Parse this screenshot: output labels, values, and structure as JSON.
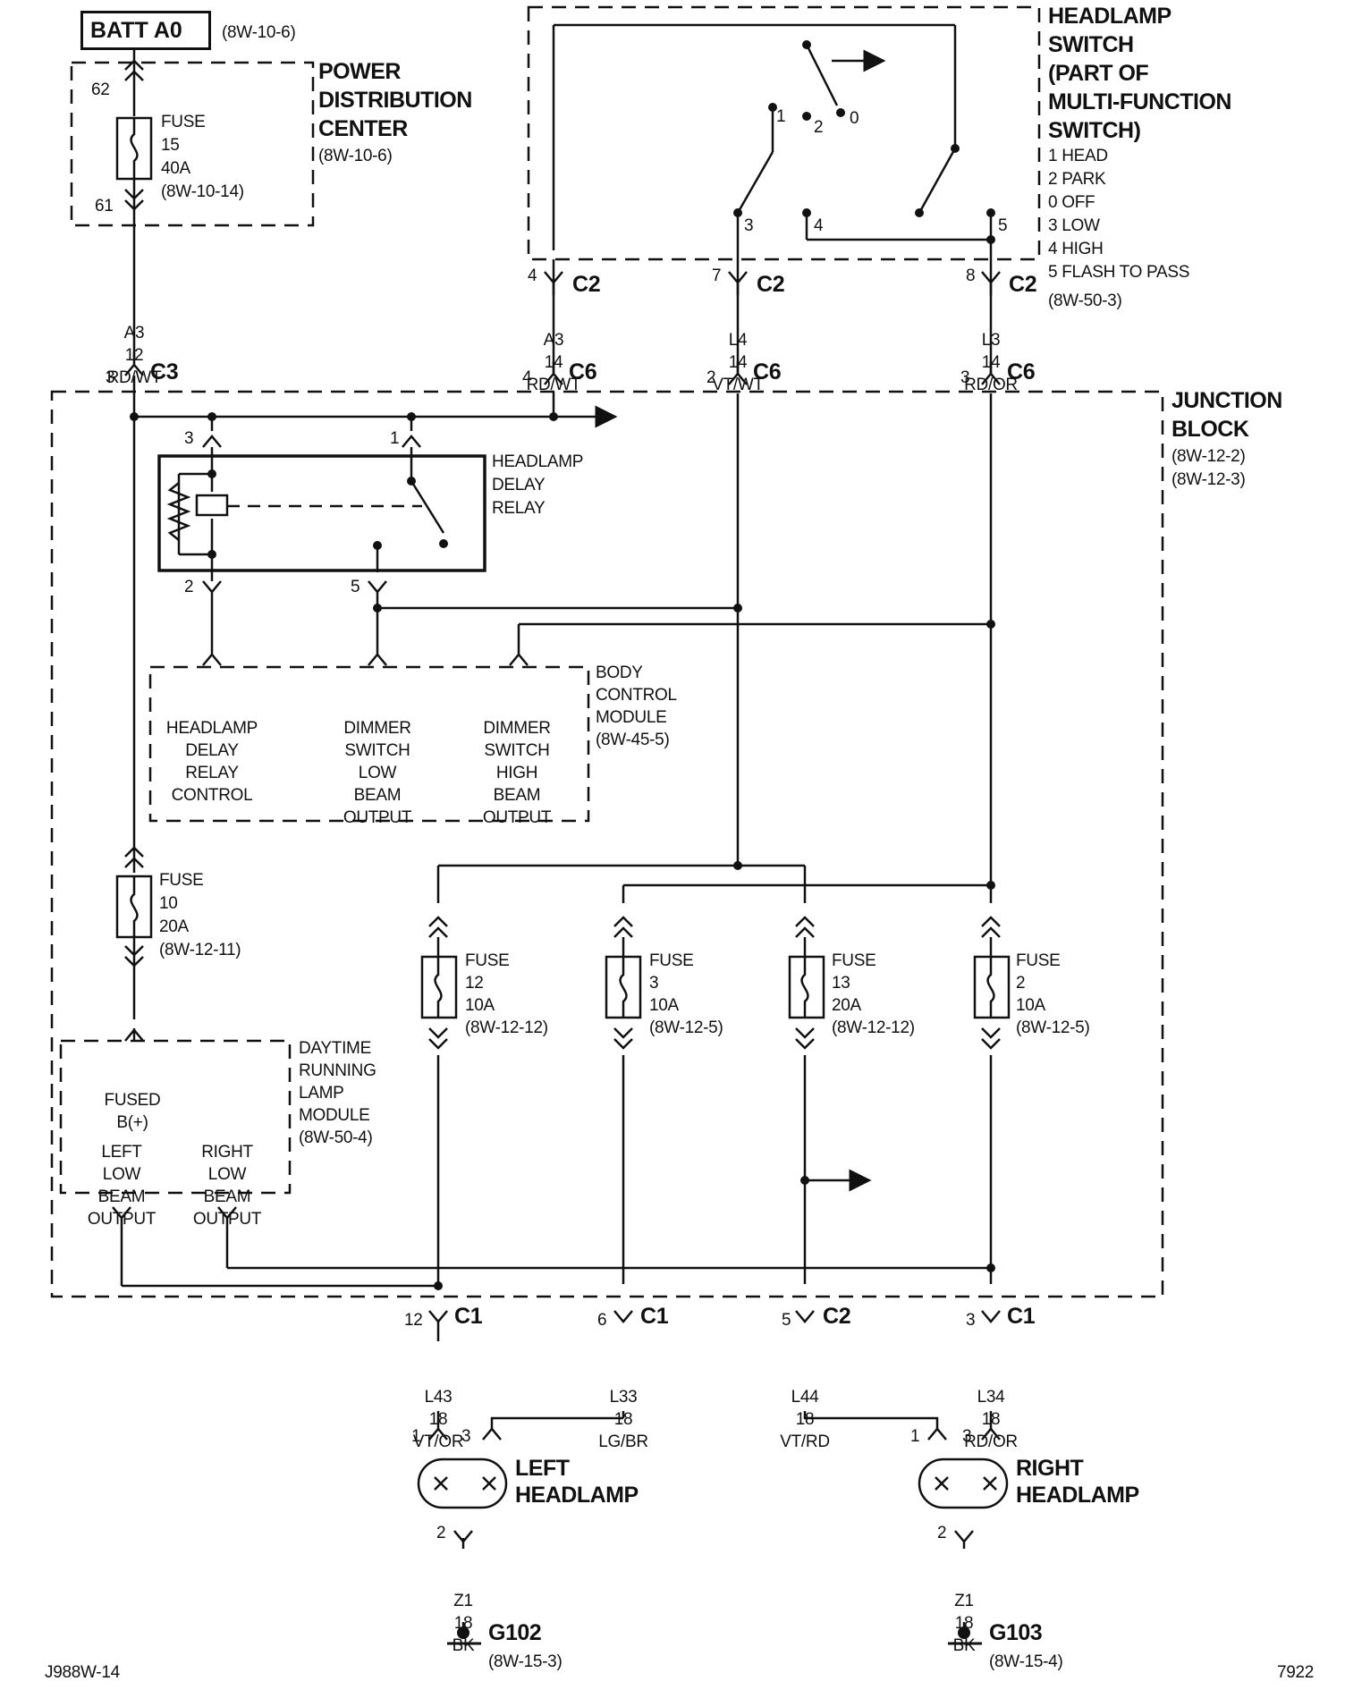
{
  "batt": {
    "label": "BATT A0",
    "ref": "(8W-10-6)"
  },
  "pdc": {
    "title1": "POWER",
    "title2": "DISTRIBUTION",
    "title3": "CENTER",
    "ref": "(8W-10-6)",
    "pin_top": "62",
    "pin_bot": "61",
    "fuse": {
      "label": "FUSE",
      "num": "15",
      "amp": "40A",
      "ref": "(8W-10-14)"
    }
  },
  "switch": {
    "title": [
      "HEADLAMP",
      "SWITCH",
      "(PART OF",
      "MULTI-FUNCTION",
      "SWITCH)"
    ],
    "positions": [
      "1 HEAD",
      "2 PARK",
      "0 OFF",
      "3 LOW",
      "4 HIGH",
      "5 FLASH TO PASS"
    ],
    "ref": "(8W-50-3)",
    "contacts": [
      "1",
      "2",
      "0",
      "3",
      "4",
      "5"
    ]
  },
  "wires_top": [
    {
      "pin": "3",
      "conn": "C3",
      "circuit": "A3",
      "gauge": "12",
      "color": "RD/WT"
    },
    {
      "pin": "4",
      "conn": "C2",
      "circuit": "A3",
      "gauge": "14",
      "color": "RD/WT",
      "pin2": "4",
      "conn2": "C6"
    },
    {
      "pin": "7",
      "conn": "C2",
      "circuit": "L4",
      "gauge": "14",
      "color": "VT/WT",
      "pin2": "2",
      "conn2": "C6"
    },
    {
      "pin": "8",
      "conn": "C2",
      "circuit": "L3",
      "gauge": "14",
      "color": "RD/OR",
      "pin2": "3",
      "conn2": "C6"
    }
  ],
  "junction": {
    "title1": "JUNCTION",
    "title2": "BLOCK",
    "ref1": "(8W-12-2)",
    "ref2": "(8W-12-3)"
  },
  "relay": {
    "title": [
      "HEADLAMP",
      "DELAY",
      "RELAY"
    ],
    "pins": [
      "3",
      "1",
      "2",
      "5"
    ]
  },
  "bcm": {
    "title": [
      "BODY",
      "CONTROL",
      "MODULE",
      "(8W-45-5)"
    ],
    "inputs": [
      [
        "HEADLAMP",
        "DELAY",
        "RELAY",
        "CONTROL"
      ],
      [
        "DIMMER",
        "SWITCH",
        "LOW",
        "BEAM",
        "OUTPUT"
      ],
      [
        "DIMMER",
        "SWITCH",
        "HIGH",
        "BEAM",
        "OUTPUT"
      ]
    ]
  },
  "fuse10": {
    "label": "FUSE",
    "num": "10",
    "amp": "20A",
    "ref": "(8W-12-11)"
  },
  "drl": {
    "title": [
      "DAYTIME",
      "RUNNING",
      "LAMP",
      "MODULE",
      "(8W-50-4)"
    ],
    "top": [
      "FUSED",
      "B(+)"
    ],
    "left": [
      "LEFT",
      "LOW",
      "BEAM",
      "OUTPUT"
    ],
    "right": [
      "RIGHT",
      "LOW",
      "BEAM",
      "OUTPUT"
    ]
  },
  "fuses_low": [
    {
      "label": "FUSE",
      "num": "12",
      "amp": "10A",
      "ref": "(8W-12-12)"
    },
    {
      "label": "FUSE",
      "num": "3",
      "amp": "10A",
      "ref": "(8W-12-5)"
    },
    {
      "label": "FUSE",
      "num": "13",
      "amp": "20A",
      "ref": "(8W-12-12)"
    },
    {
      "label": "FUSE",
      "num": "2",
      "amp": "10A",
      "ref": "(8W-12-5)"
    }
  ],
  "wires_bot": [
    {
      "pin": "12",
      "conn": "C1",
      "circuit": "L43",
      "gauge": "18",
      "color": "VT/OR"
    },
    {
      "pin": "6",
      "conn": "C1",
      "circuit": "L33",
      "gauge": "18",
      "color": "LG/BR"
    },
    {
      "pin": "5",
      "conn": "C2",
      "circuit": "L44",
      "gauge": "18",
      "color": "VT/RD"
    },
    {
      "pin": "3",
      "conn": "C1",
      "circuit": "L34",
      "gauge": "18",
      "color": "RD/OR"
    }
  ],
  "left_lamp": {
    "title1": "LEFT",
    "title2": "HEADLAMP",
    "pin1": "1",
    "pin3": "3",
    "pin2": "2",
    "circuit": "Z1",
    "gauge": "18",
    "color": "BK",
    "ground": "G102",
    "ref": "(8W-15-3)"
  },
  "right_lamp": {
    "title1": "RIGHT",
    "title2": "HEADLAMP",
    "pin1": "1",
    "pin3": "3",
    "pin2": "2",
    "circuit": "Z1",
    "gauge": "18",
    "color": "BK",
    "ground": "G103",
    "ref": "(8W-15-4)"
  },
  "footer": {
    "left": "J988W-14",
    "right": "7922"
  }
}
